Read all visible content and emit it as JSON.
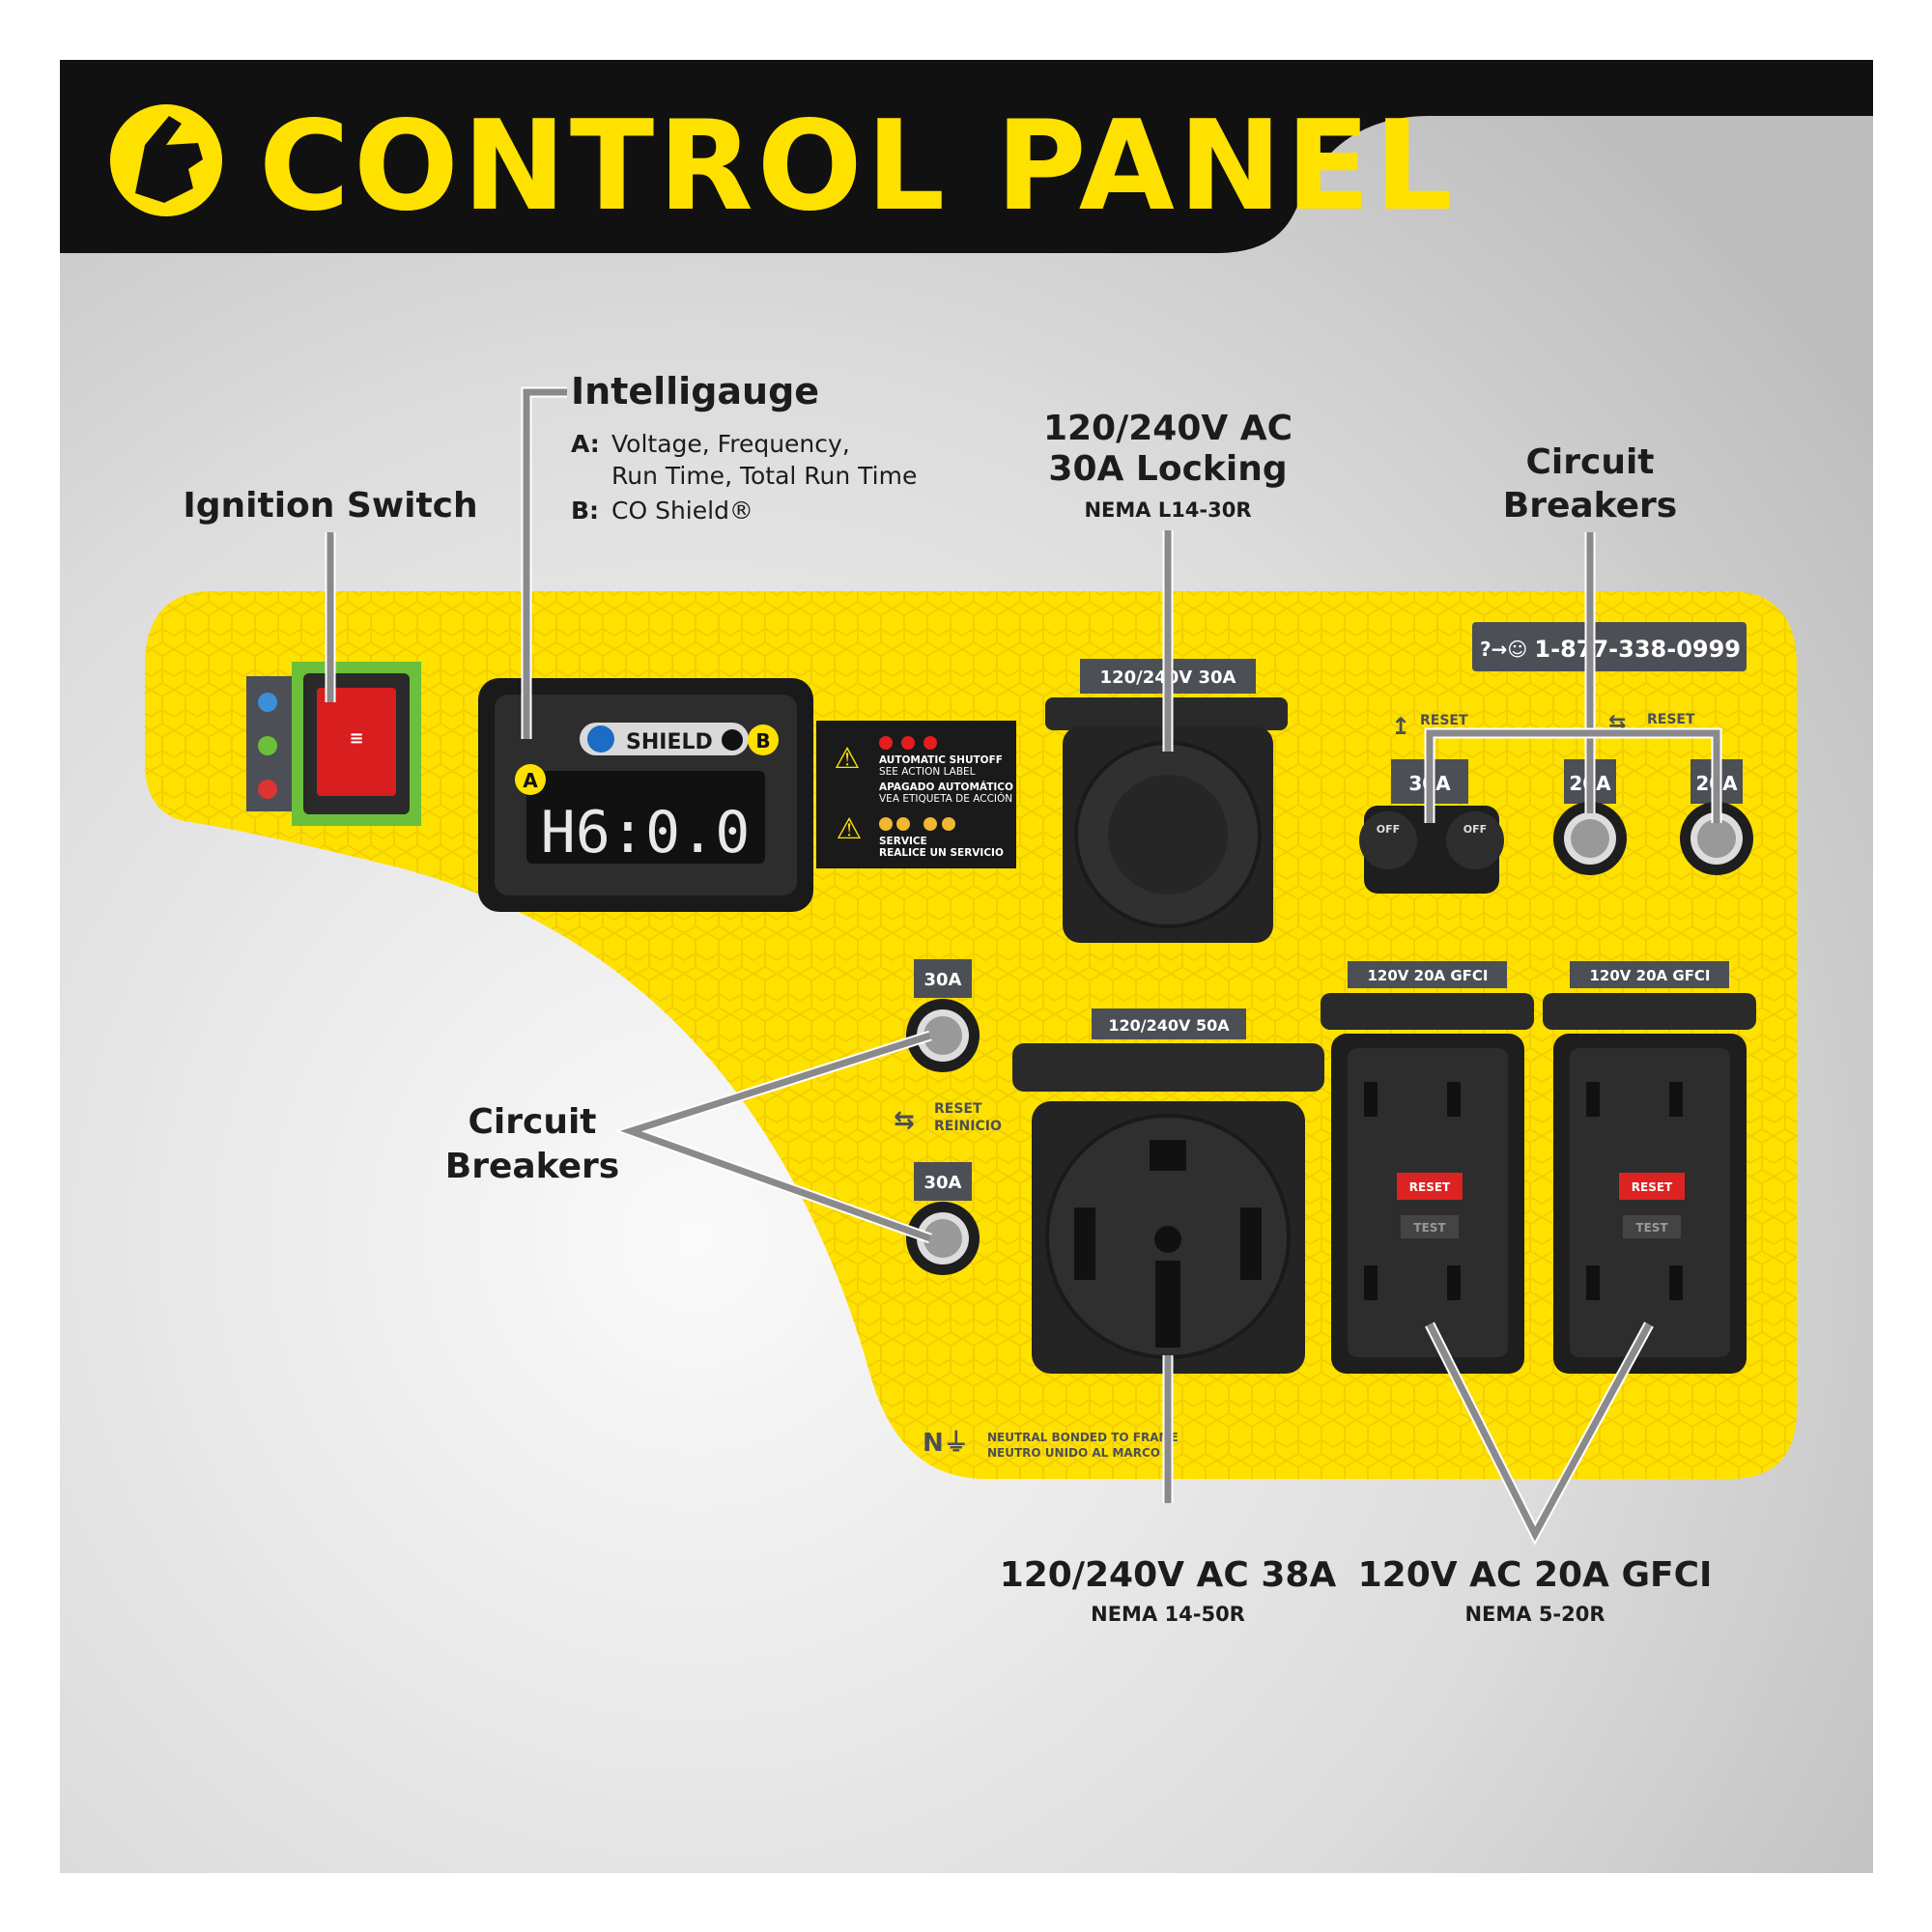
{
  "header": {
    "title": "CONTROL PANEL",
    "logo_icon": "hand-pointer-icon"
  },
  "colors": {
    "brand_yellow": "#ffe100",
    "header_black": "#111111",
    "callout_gray": "#8a8a8c"
  },
  "callouts": {
    "ignition": "Ignition Switch",
    "intelligauge": {
      "title": "Intelligauge",
      "a_key": "A:",
      "a_line1": "Voltage, Frequency,",
      "a_line2": "Run Time, Total Run Time",
      "b_key": "B:",
      "b_line": "CO Shield®"
    },
    "locking": {
      "line1": "120/240V AC",
      "line2": "30A Locking",
      "nema": "NEMA L14-30R"
    },
    "breakers_top": {
      "line1": "Circuit",
      "line2": "Breakers"
    },
    "breakers_left": {
      "line1": "Circuit",
      "line2": "Breakers"
    },
    "outlet_50": {
      "title": "120/240V AC 38A",
      "nema": "NEMA 14-50R"
    },
    "gfci": {
      "title": "120V AC 20A GFCI",
      "nema": "NEMA 5-20R"
    }
  },
  "panel": {
    "phone": "1-877-338-0999",
    "display_readout": "H6:0.0",
    "co_shield": "SHIELD",
    "marker_a": "A",
    "marker_b": "B",
    "warning": {
      "l1": "AUTOMATIC SHUTOFF",
      "l2": "SEE ACTION LABEL",
      "l3": "APAGADO AUTOMÁTICO",
      "l4": "VEA ETIQUETA DE ACCIÓN",
      "l5": "SERVICE",
      "l6": "REALICE UN SERVICIO"
    },
    "locking_label": "120/240V 30A",
    "reset_top_1": "RESET",
    "reset_top_2": "RESET",
    "breaker_30a_top": "30A",
    "breaker_20a_1": "20A",
    "breaker_20a_2": "20A",
    "breaker_off": "OFF",
    "breaker_30a_left_1": "30A",
    "breaker_30a_left_2": "30A",
    "reset_left_1": "RESET",
    "reset_left_2": "REINICIO",
    "gfci_label": "120V 20A GFCI",
    "gfci_reset": "RESET",
    "gfci_test": "TEST",
    "outlet50_label": "120/240V 50A",
    "neutral_1": "NEUTRAL BONDED TO FRAME",
    "neutral_2": "NEUTRO UNIDO AL MARCO"
  }
}
